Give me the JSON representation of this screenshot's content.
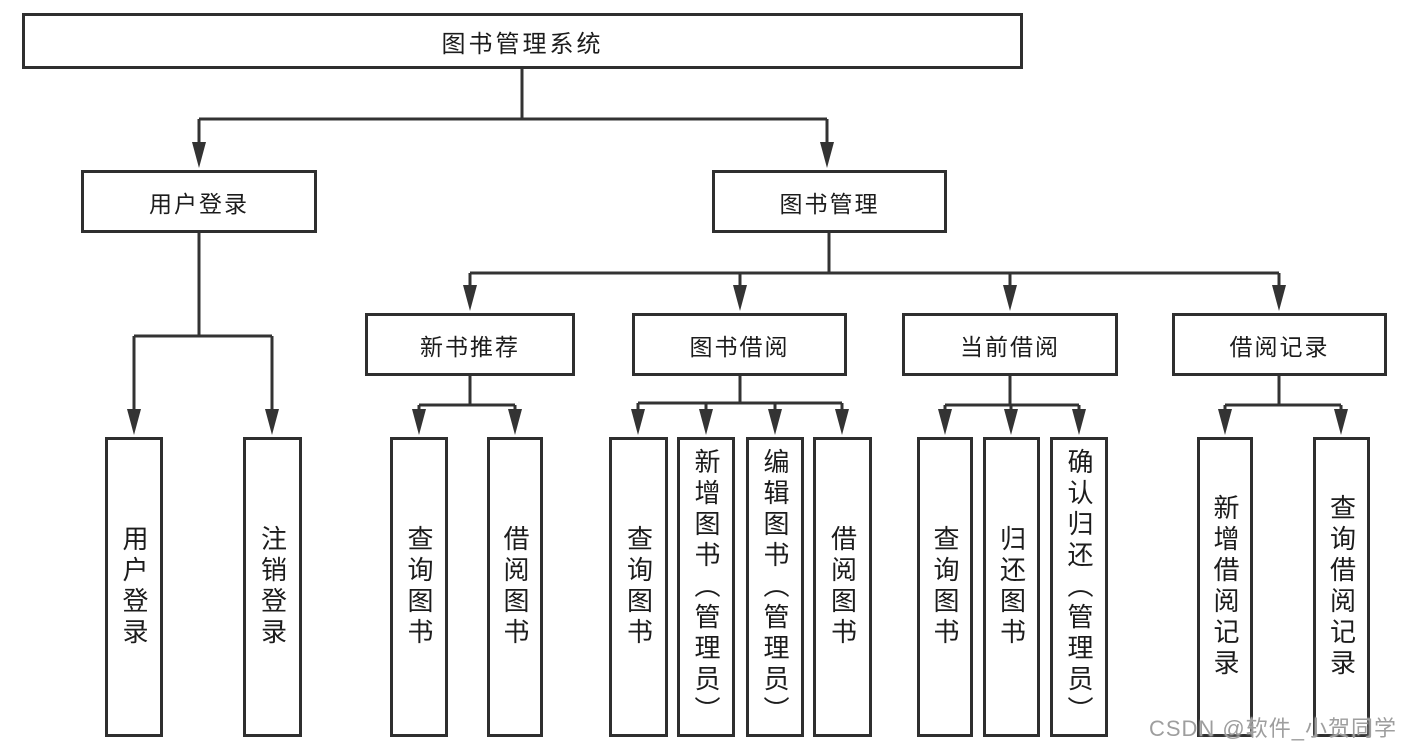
{
  "diagram": {
    "root": {
      "label": "图书管理系统",
      "children": [
        {
          "label": "用户登录",
          "children": [
            {
              "label": "用户登录"
            },
            {
              "label": "注销登录"
            }
          ]
        },
        {
          "label": "图书管理",
          "children": [
            {
              "label": "新书推荐",
              "children": [
                {
                  "label": "查询图书"
                },
                {
                  "label": "借阅图书"
                }
              ]
            },
            {
              "label": "图书借阅",
              "children": [
                {
                  "label": "查询图书"
                },
                {
                  "label": "新增图书（管理员）"
                },
                {
                  "label": "编辑图书（管理员）"
                },
                {
                  "label": "借阅图书"
                }
              ]
            },
            {
              "label": "当前借阅",
              "children": [
                {
                  "label": "查询图书"
                },
                {
                  "label": "归还图书"
                },
                {
                  "label": "确认归还（管理员）"
                }
              ]
            },
            {
              "label": "借阅记录",
              "children": [
                {
                  "label": "新增借阅记录"
                },
                {
                  "label": "查询借阅记录"
                }
              ]
            }
          ]
        }
      ]
    },
    "watermark": "CSDN @软件_小贺同学",
    "colors": {
      "line": "#333333",
      "box_border": "#2f2f2f",
      "text": "#1c1c1c",
      "watermark": "#9e9e9e",
      "background": "#ffffff"
    }
  }
}
